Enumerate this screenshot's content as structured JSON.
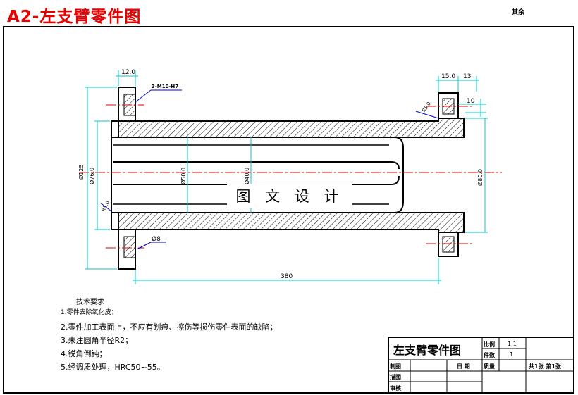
{
  "drawing_title": "A2-左支臂零件图",
  "corner_note": "其余",
  "dimensions": {
    "flange_width_left": "12.0",
    "flange_width_right": "15.0",
    "right_edge_offset": "13",
    "right_height": "10",
    "thread_callout": "3-M10-H7",
    "chamfer_note": "R5.0",
    "hole_dia": "Ø8",
    "diameter_125": "Ø125",
    "diameter_76": "Ø76.0",
    "inner_corner": "R5.0",
    "bore_a": "Ø50.0",
    "bore_b": "Ø40.0",
    "diameter_80": "Ø80.0",
    "length": "380"
  },
  "watermark": "图 文 设 计",
  "requirements": {
    "heading": "技术要求",
    "items": [
      "1.零件去除氧化皮；",
      "2.零件加工表面上，不应有划痕、擦伤等损伤零件表面的缺陷；",
      "3.未注圆角半径R2；",
      "4.锐角倒钝；",
      "5.经调质处理，HRC50~55。"
    ]
  },
  "title_block": {
    "part_name": "左支臂零件图",
    "scale_label": "比例",
    "scale_value": "1:1",
    "qty_label": "件数",
    "qty_value": "1",
    "drawn_label": "制图",
    "check_label": "描图",
    "review_label": "审核",
    "date_label": "日 期",
    "mass_label": "质量",
    "sheets_label": "共1张  第1张"
  },
  "colors": {
    "title": "#e60000",
    "outline": "#000000",
    "dimension": "#00c8c8",
    "centerline": "#e00000",
    "leader": "#0000cc"
  }
}
